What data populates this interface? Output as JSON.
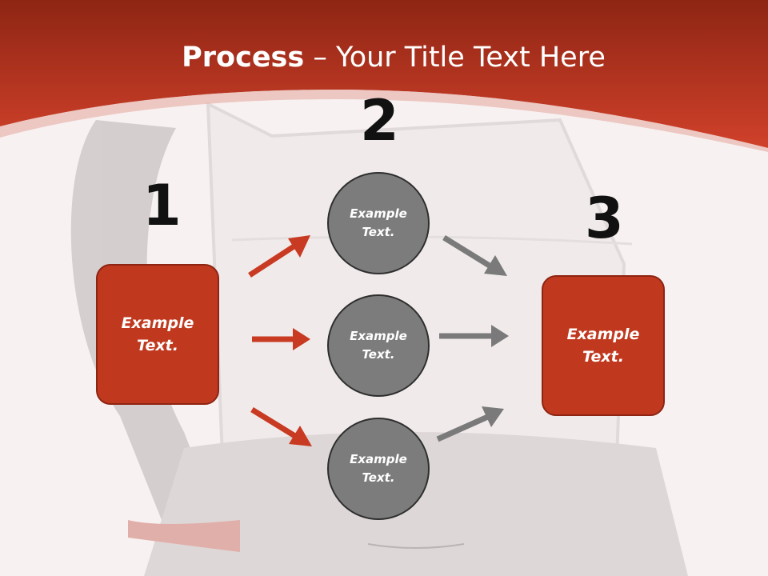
{
  "title": {
    "bold": "Process",
    "rest": " – Your Title Text Here"
  },
  "steps": [
    "1",
    "2",
    "3"
  ],
  "left_box": {
    "text": "Example\nText."
  },
  "right_box": {
    "text": "Example\nText."
  },
  "circles": [
    {
      "text": "Example\nText."
    },
    {
      "text": "Example\nText."
    },
    {
      "text": "Example\nText."
    }
  ],
  "colors": {
    "accent_red": "#c0391f",
    "circle_gray": "#7c7c7c",
    "arrow_gray": "#7a7a7a",
    "arrow_red": "#c83a21"
  }
}
